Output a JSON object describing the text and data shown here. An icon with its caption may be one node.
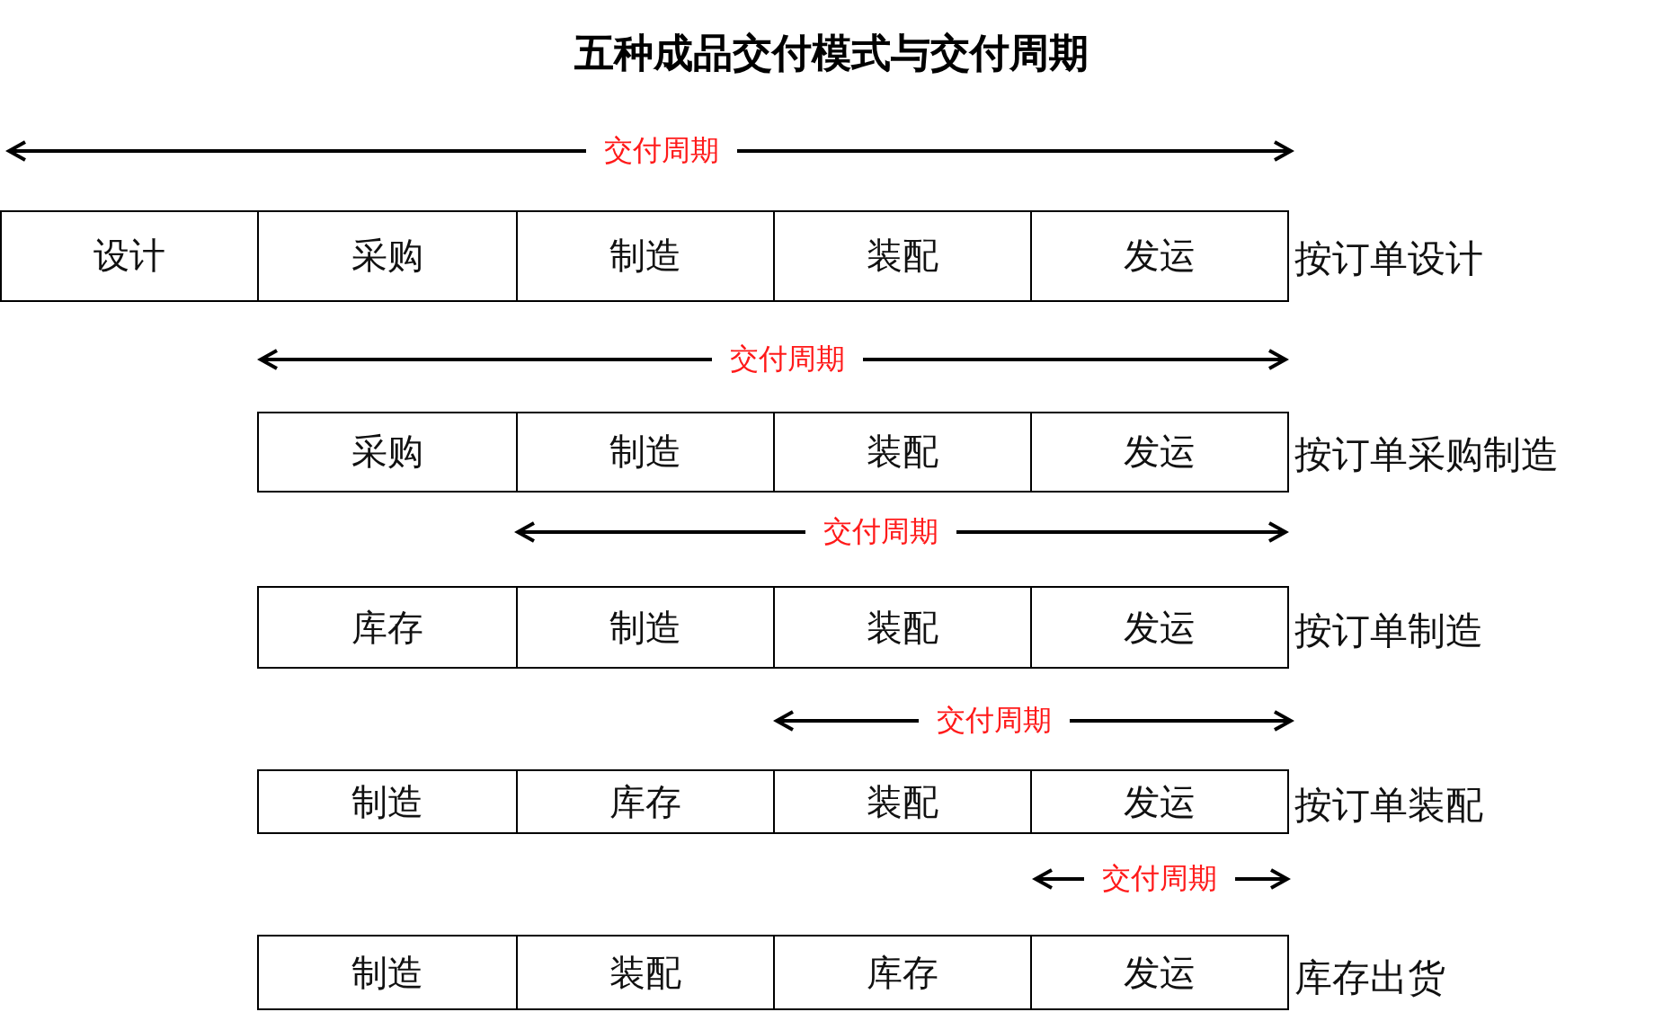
{
  "diagram": {
    "title": "五种成品交付模式与交付周期",
    "nodes": [
      {
        "text": [
          "设计"
        ]
      },
      {
        "text": [
          "采购"
        ]
      },
      {
        "text": [
          "制造"
        ]
      },
      {
        "text": [
          "装配"
        ]
      },
      {
        "text": [
          "发运"
        ]
      },
      {
        "text": [
          "采购"
        ]
      },
      {
        "text": [
          "制造"
        ]
      },
      {
        "text": [
          "装配"
        ]
      },
      {
        "text": [
          "发运"
        ]
      },
      {
        "text": [
          "库存"
        ]
      },
      {
        "text": [
          "制造"
        ]
      },
      {
        "text": [
          "装配"
        ]
      },
      {
        "text": [
          "发运"
        ]
      },
      {
        "text": [
          "制造"
        ]
      },
      {
        "text": [
          "库存"
        ]
      },
      {
        "text": [
          "装配"
        ]
      },
      {
        "text": [
          "发运"
        ]
      },
      {
        "text": [
          "制造"
        ]
      },
      {
        "text": [
          "装配"
        ]
      },
      {
        "text": [
          "库存"
        ]
      },
      {
        "text": [
          "发运"
        ]
      }
    ],
    "labels": [
      "交付周期",
      "按订单设计",
      "交付周期",
      "按订单采购制造",
      "交付周期",
      "按订单制造",
      "交付周期",
      "按订单装配",
      "交付周期",
      "库存出货"
    ]
  }
}
